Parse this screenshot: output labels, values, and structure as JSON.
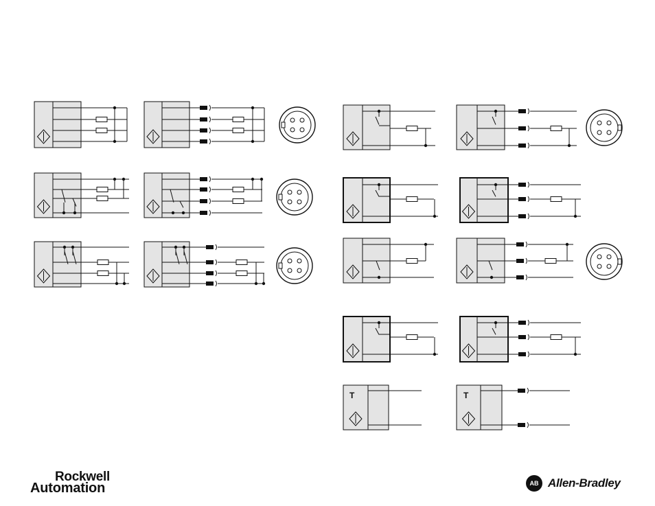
{
  "brand": {
    "rockwell_line1": "Rockwell",
    "rockwell_line2": "Automation",
    "ab_badge": "AB",
    "ab_name": "Allen-Bradley"
  },
  "diagram": {
    "timer_symbol": "T",
    "colors": {
      "box_fill": "#e4e4e4",
      "line": "#111111",
      "connector": "#111111"
    },
    "icons": [
      "sensor-diamond-icon",
      "switch-contact-icon",
      "resistor-icon",
      "connector-pin-icon",
      "m12-4pin-connector-icon",
      "junction-dot-icon"
    ]
  }
}
